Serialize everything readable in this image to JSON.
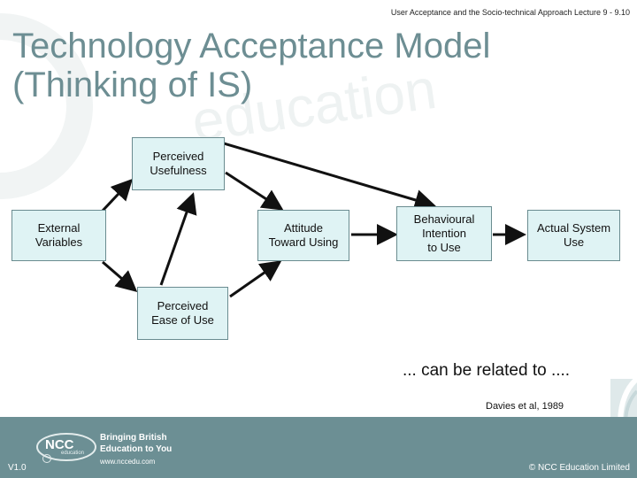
{
  "header": {
    "text": "User Acceptance and the Socio-technical Approach Lecture 9 - 9.10"
  },
  "title": {
    "line1": "Technology Acceptance Model",
    "line2": "(Thinking of IS)"
  },
  "watermark": {
    "text": "education"
  },
  "diagram": {
    "nodes": {
      "external": "External\nVariables",
      "usefulness": "Perceived\nUsefulness",
      "ease": "Perceived\nEase of Use",
      "attitude": "Attitude\nToward Using",
      "intention": "Behavioural\nIntention\nto Use",
      "actual": "Actual System\nUse"
    }
  },
  "caption": "... can be related to ....",
  "citation": "Davies et al, 1989",
  "footer": {
    "logo": "NCC",
    "logo_sub": "education",
    "tagline1": "Bringing British",
    "tagline2": "Education to You",
    "website": "www.nccedu.com",
    "version": "V1.0",
    "copyright": "© NCC Education Limited"
  },
  "colors": {
    "title": "#6d8e93",
    "box_fill": "#dff3f4",
    "box_border": "#6a8c90",
    "footer": "#6c8f94"
  }
}
